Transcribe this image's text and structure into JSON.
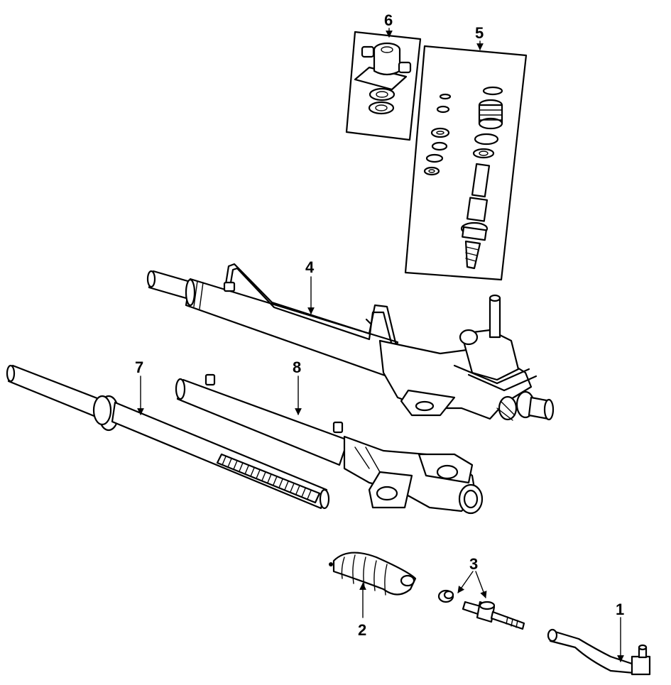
{
  "callouts": {
    "part_1": "1",
    "part_2": "2",
    "part_3": "3",
    "part_4": "4",
    "part_5": "5",
    "part_6": "6",
    "part_7": "7",
    "part_8": "8"
  },
  "colors": {
    "line": "#000000",
    "background": "#ffffff"
  }
}
